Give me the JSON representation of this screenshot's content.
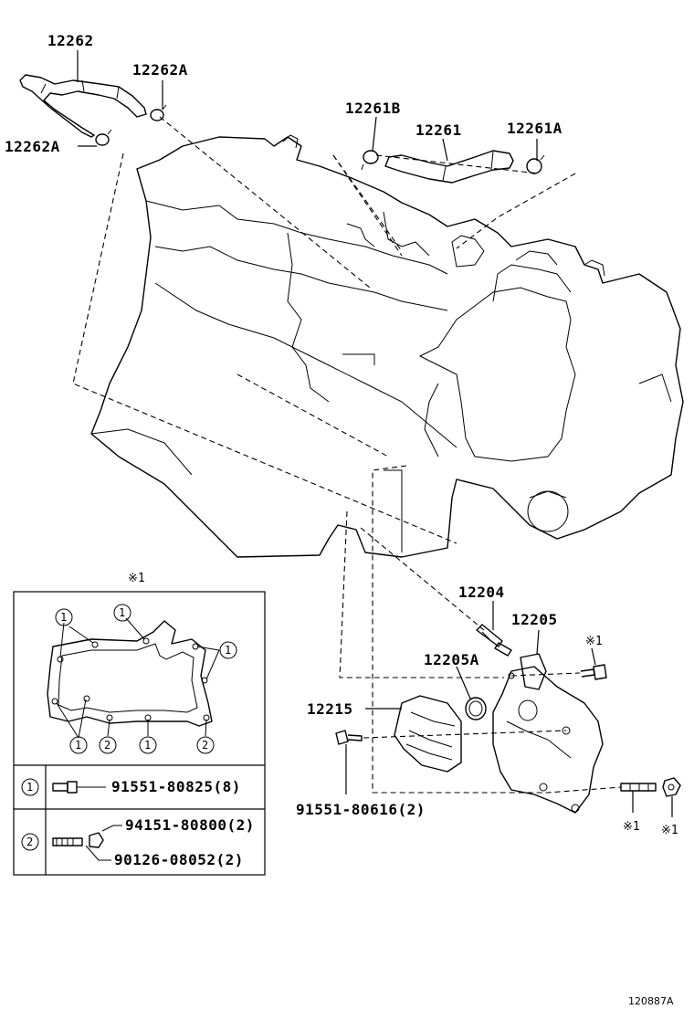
{
  "parts": {
    "p12262": "12262",
    "p12262a_top": "12262A",
    "p12262a_left": "12262A",
    "p12261b": "12261B",
    "p12261": "12261",
    "p12261a": "12261A",
    "p12204": "12204",
    "p12205": "12205",
    "p12205a": "12205A",
    "p12215": "12215",
    "p91551_80616": "91551-80616(2)"
  },
  "marks": {
    "ref_mark": "※1",
    "inset_mark": "※1",
    "bolt_mark": "※1",
    "stud_mark": "※1",
    "nut_mark": "※1"
  },
  "inset": {
    "callout_1": "1",
    "callout_2": "2",
    "row1_index": "1",
    "row1_part": "91551-80825(8)",
    "row2_index": "2",
    "row2_part_a": "94151-80800(2)",
    "row2_part_b": "90126-08052(2)"
  },
  "figure_code": "120887A"
}
